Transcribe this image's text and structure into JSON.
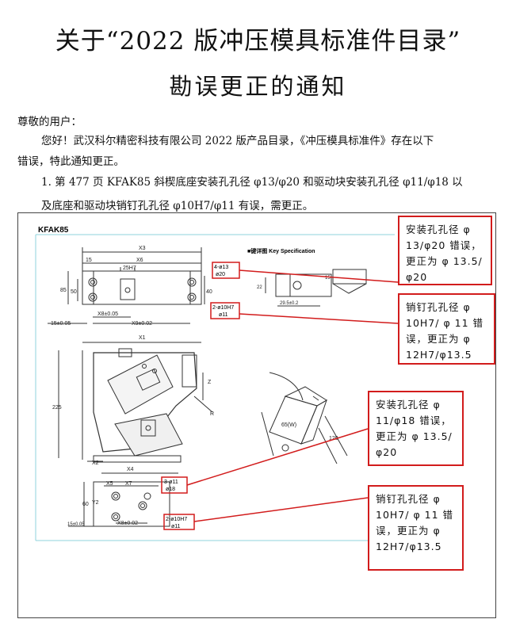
{
  "title": {
    "line1": "关于“2022 版冲压模具标准件目录”",
    "line2": "勘误更正的通知"
  },
  "body": {
    "greeting": "尊敬的用户：",
    "para1_line1": "您好！武汉科尔精密科技有限公司 2022 版产品目录，《冲压模具标准件》存在以下",
    "para1_line2": "错误，特此通知更正。",
    "item1_line1": "1. 第 477 页 KFAK85 斜楔底座安装孔孔径 φ13/φ20 和驱动块安装孔孔径 φ11/φ18 以",
    "item1_line2": "及底座和驱动块销钉孔孔径 φ10H7/φ11 有误，需更正。"
  },
  "drawing": {
    "model": "KFAK85",
    "spec_label": "■键详图 Key Specification",
    "dims": {
      "x3": "X3",
      "x6": "X6",
      "d15": "15",
      "h25": "25H7",
      "h85": "85",
      "h50": "50",
      "x8": "X8±0.05",
      "x9": "X9±0.02",
      "d15b": "15±0.05",
      "h40": "40",
      "x1": "X1",
      "h225": "225",
      "x2": "X2",
      "z": "Z",
      "r": "R",
      "w": "65(W)",
      "h120": "120",
      "x4": "X4",
      "x5": "X5",
      "x7": "X7",
      "y2": "Y2",
      "h60": "60",
      "d15c": "15±0.05",
      "x8b": "X8±0.02",
      "a15": "15",
      "a30": "29.5±0.2",
      "a22": "22"
    },
    "labels": {
      "base_hole_a": "4-ø13",
      "base_hole_b": "ø20",
      "base_pin_a": "2-ø10H7",
      "base_pin_b": "ø11",
      "driver_hole_a": "3-ø11",
      "driver_hole_b": "ø18",
      "driver_pin_a": "2-ø10H7",
      "driver_pin_b": "ø11"
    }
  },
  "callouts": [
    {
      "lines": [
        "安装孔孔径 φ",
        "13/φ20 错误，",
        "更正为 φ 13.5/",
        "φ20"
      ]
    },
    {
      "lines": [
        "销钉孔孔径 φ",
        "10H7/ φ 11 错",
        "误，更正为 φ",
        "12H7/φ13.5"
      ]
    },
    {
      "lines": [
        "安装孔孔径 φ",
        "11/φ18 错误，",
        "更正为 φ 13.5/",
        "φ20"
      ]
    },
    {
      "lines": [
        "销钉孔孔径 φ",
        "10H7/ φ 11 错",
        "误，更正为 φ",
        "12H7/φ13.5"
      ]
    }
  ],
  "colors": {
    "accent": "#d21c1c",
    "cyan_rule": "#8fd3dc"
  }
}
